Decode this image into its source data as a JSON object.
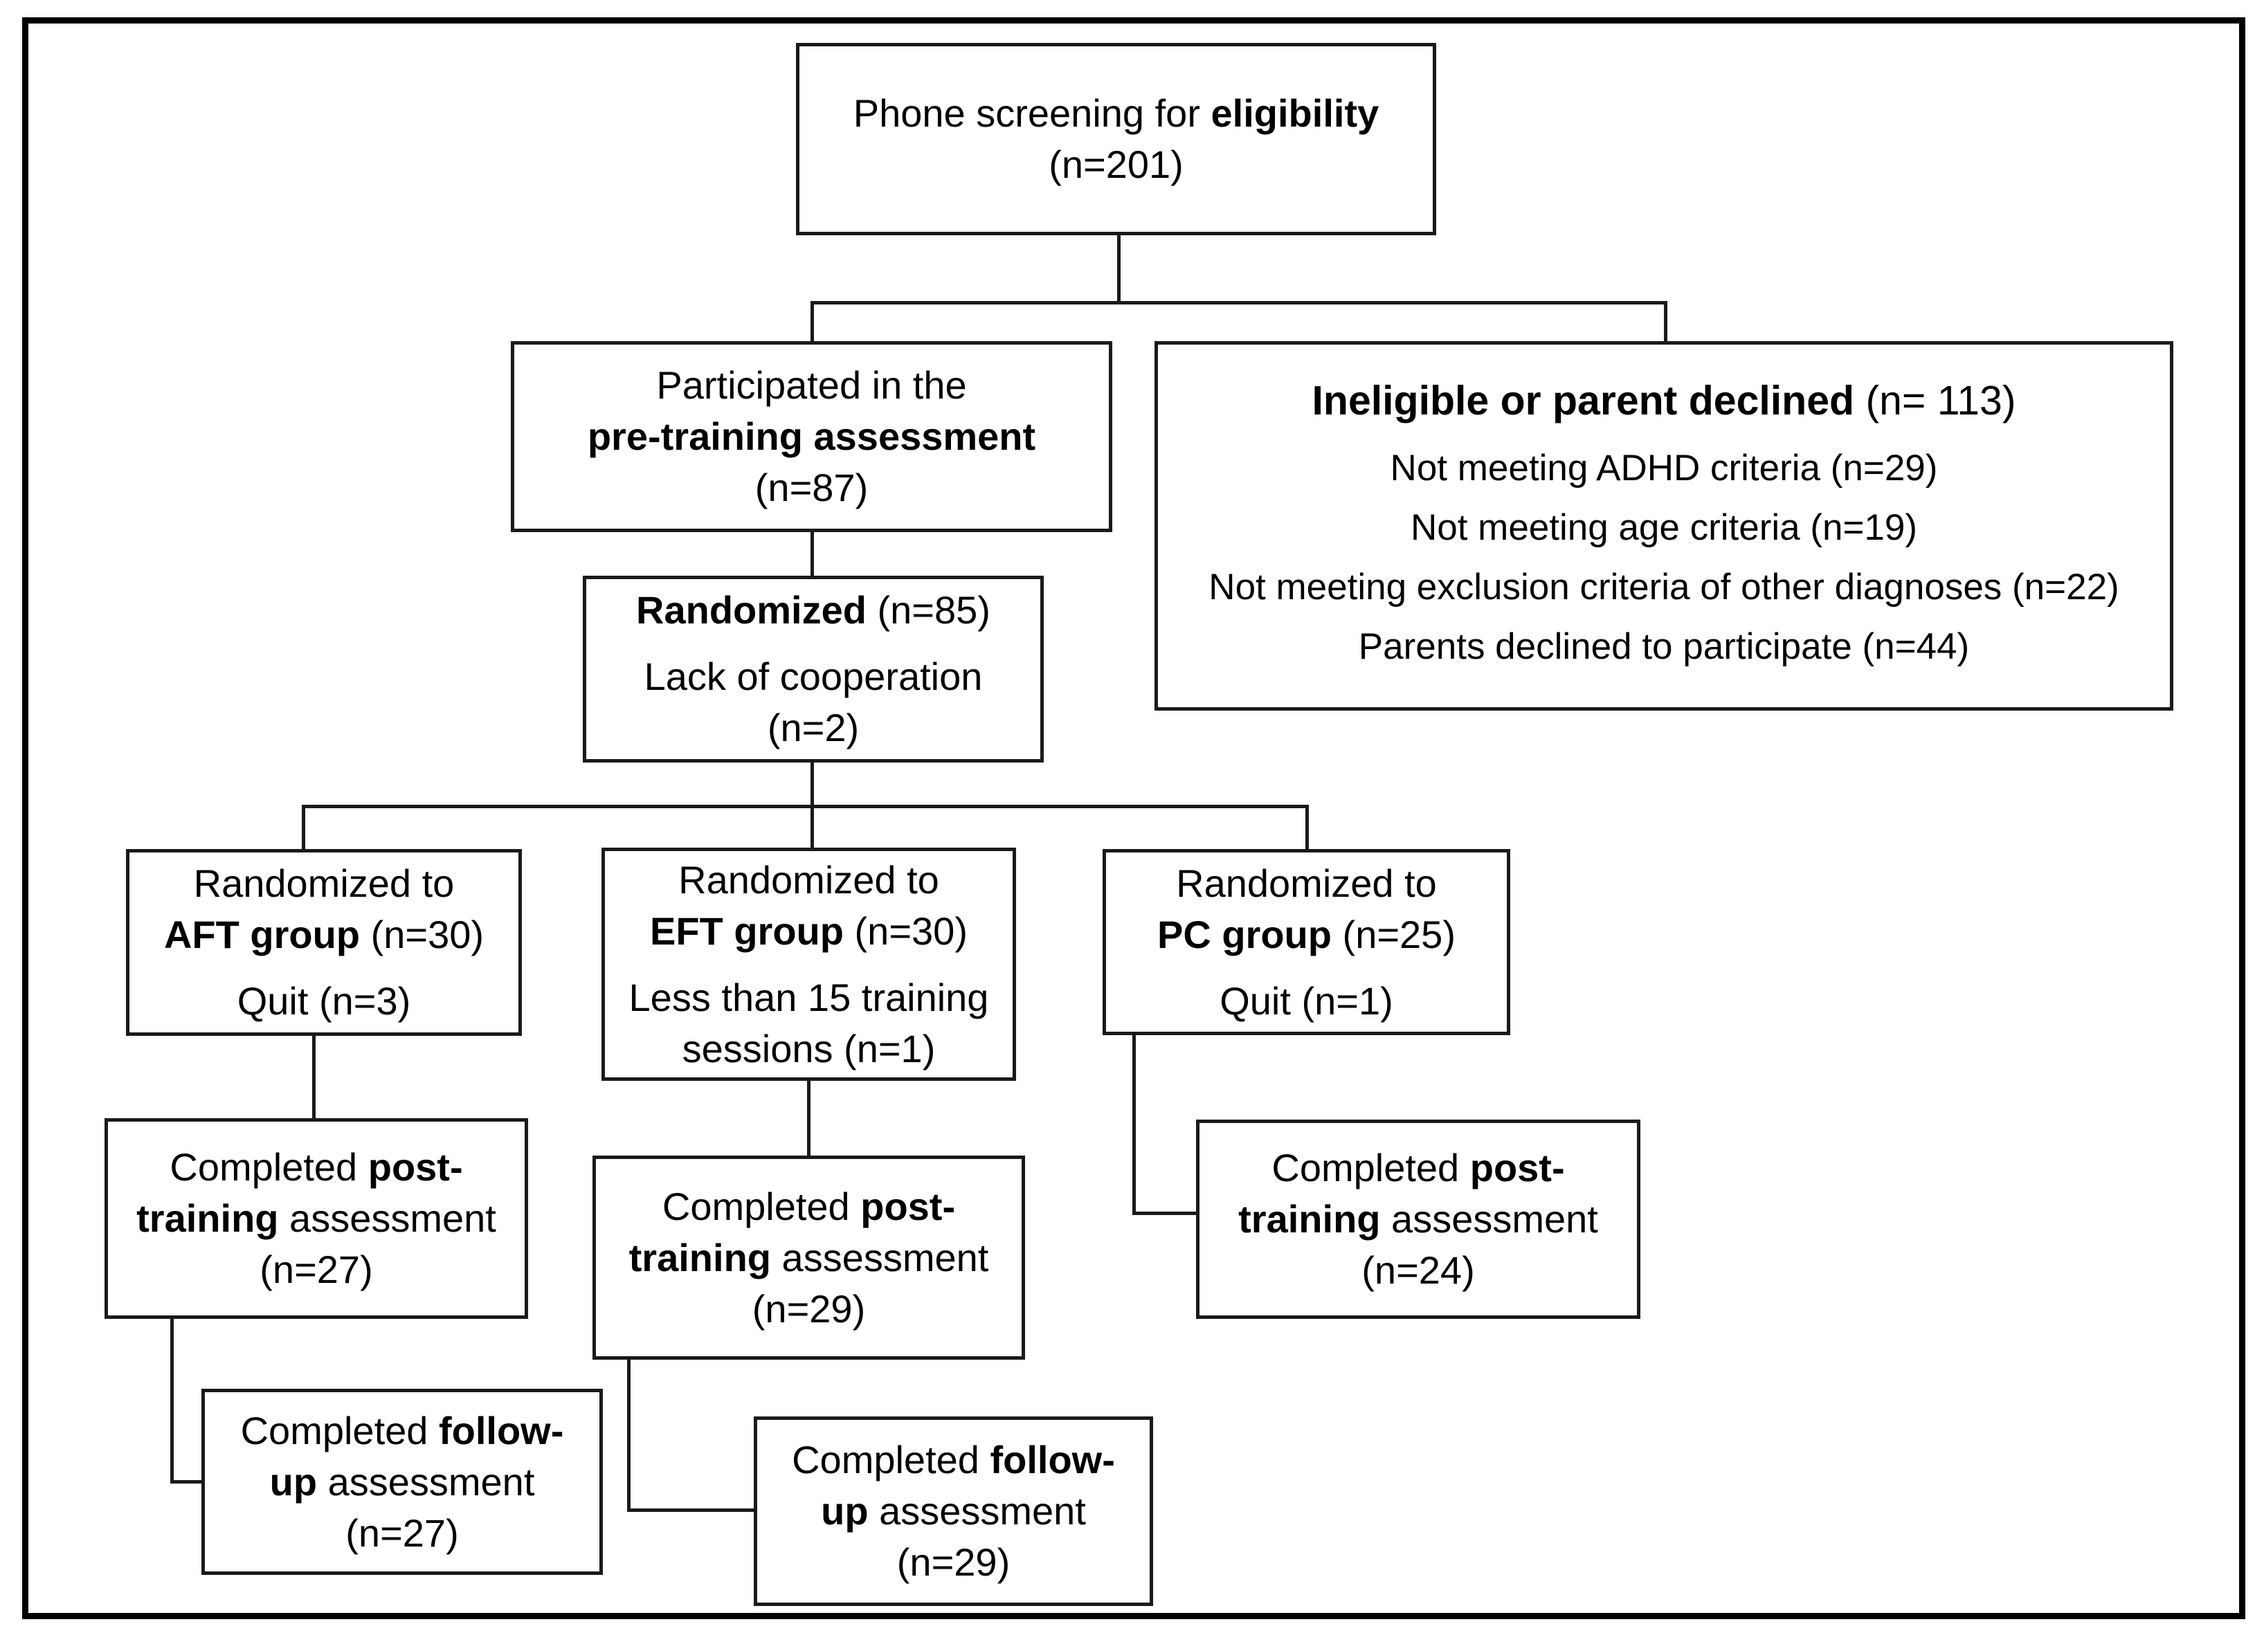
{
  "figure": {
    "type": "participant-flow-diagram",
    "background_color": "#ffffff",
    "ink_color": "#000000"
  },
  "nodes": {
    "phone_screening": {
      "text_regular": "Phone screening for ",
      "text_bold": "eligibility",
      "count": "(n=201)"
    },
    "pre_training": {
      "line1": "Participated in the",
      "line2_bold": "pre-training assessment",
      "count": "(n=87)"
    },
    "ineligible": {
      "title_bold": "Ineligible or parent declined",
      "title_rest": " (n= 113)",
      "items": [
        "Not meeting ADHD criteria (n=29)",
        "Not meeting age criteria (n=19)",
        "Not meeting exclusion criteria of other diagnoses (n=22)",
        "Parents declined to participate (n=44)"
      ]
    },
    "randomized": {
      "title_bold": "Randomized",
      "title_rest": " (n=85)",
      "dropout_line1": "Lack of cooperation",
      "dropout_line2": "(n=2)"
    },
    "aft": {
      "line1": "Randomized to",
      "group_bold": "AFT group",
      "group_rest": " (n=30)",
      "dropout": "Quit (n=3)"
    },
    "eft": {
      "line1": "Randomized to",
      "group_bold": "EFT group",
      "group_rest": " (n=30)",
      "dropout_line1": "Less than 15 training",
      "dropout_line2": "sessions (n=1)"
    },
    "pc": {
      "line1": "Randomized to",
      "group_bold": "PC group",
      "group_rest": " (n=25)",
      "dropout": "Quit (n=1)"
    },
    "aft_post": {
      "pre": "Completed ",
      "bold1": "post-",
      "bold2": "training",
      "rest": " assessment",
      "count": "(n=27)"
    },
    "eft_post": {
      "pre": "Completed ",
      "bold1": "post-",
      "bold2": "training",
      "rest": " assessment",
      "count": "(n=29)"
    },
    "pc_post": {
      "pre": "Completed ",
      "bold1": "post-",
      "bold2": "training",
      "rest": " assessment",
      "count": "(n=24)"
    },
    "aft_follow": {
      "pre": "Completed ",
      "bold1": "follow-",
      "bold2": "up",
      "rest": " assessment",
      "count": "(n=27)"
    },
    "eft_follow": {
      "pre": "Completed ",
      "bold1": "follow-",
      "bold2": "up",
      "rest": " assessment",
      "count": "(n=29)"
    }
  }
}
